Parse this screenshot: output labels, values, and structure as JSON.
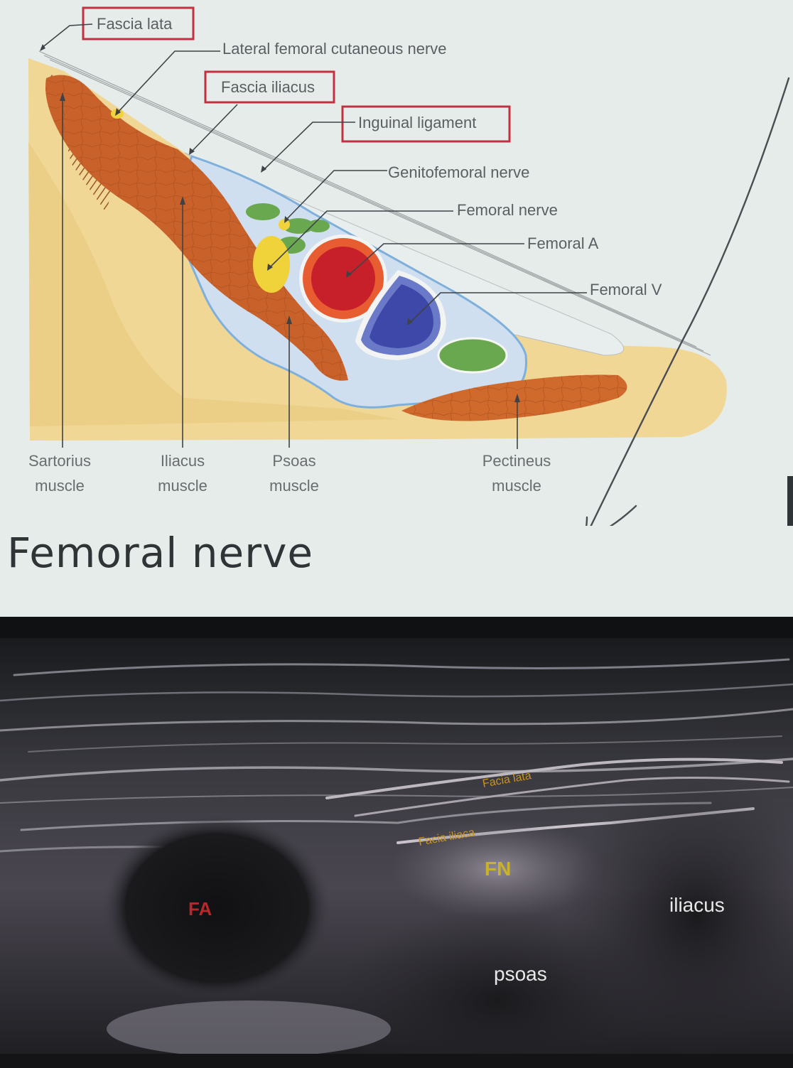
{
  "diagram": {
    "boxed_labels": {
      "fascia_lata": "Fascia lata",
      "fascia_iliacus": "Fascia iliacus",
      "inguinal_ligament": "Inguinal ligament"
    },
    "labels": {
      "lateral_femoral_cutaneous_nerve": "Lateral femoral cutaneous nerve",
      "genitofemoral_nerve": "Genitofemoral nerve",
      "femoral_nerve": "Femoral nerve",
      "femoral_artery": "Femoral A",
      "femoral_vein": "Femoral V"
    },
    "bottom_labels": {
      "sartorius": [
        "Sartorius",
        "muscle"
      ],
      "iliacus": [
        "Iliacus",
        "muscle"
      ],
      "psoas": [
        "Psoas",
        "muscle"
      ],
      "pectineus": [
        "Pectineus",
        "muscle"
      ]
    },
    "colors": {
      "highlight_box": "#c1313f",
      "muscle": "#c9622a",
      "artery": "#d1322c",
      "vein": "#4a58b3",
      "nerve": "#f0d23a",
      "fat": "#f0d795"
    }
  },
  "title": "Femoral nerve",
  "ultrasound": {
    "labels": {
      "fascia_lata": "Facia lata",
      "fascia_iliaca": "Facia iliaca",
      "fn": "FN",
      "fa": "FA",
      "iliacus": "iliacus",
      "psoas": "psoas"
    },
    "colors": {
      "fascia_labels": "#c8931f",
      "fn": "#c9b22b",
      "fa": "#b8272b",
      "white_labels": "#e8e8e8"
    }
  }
}
